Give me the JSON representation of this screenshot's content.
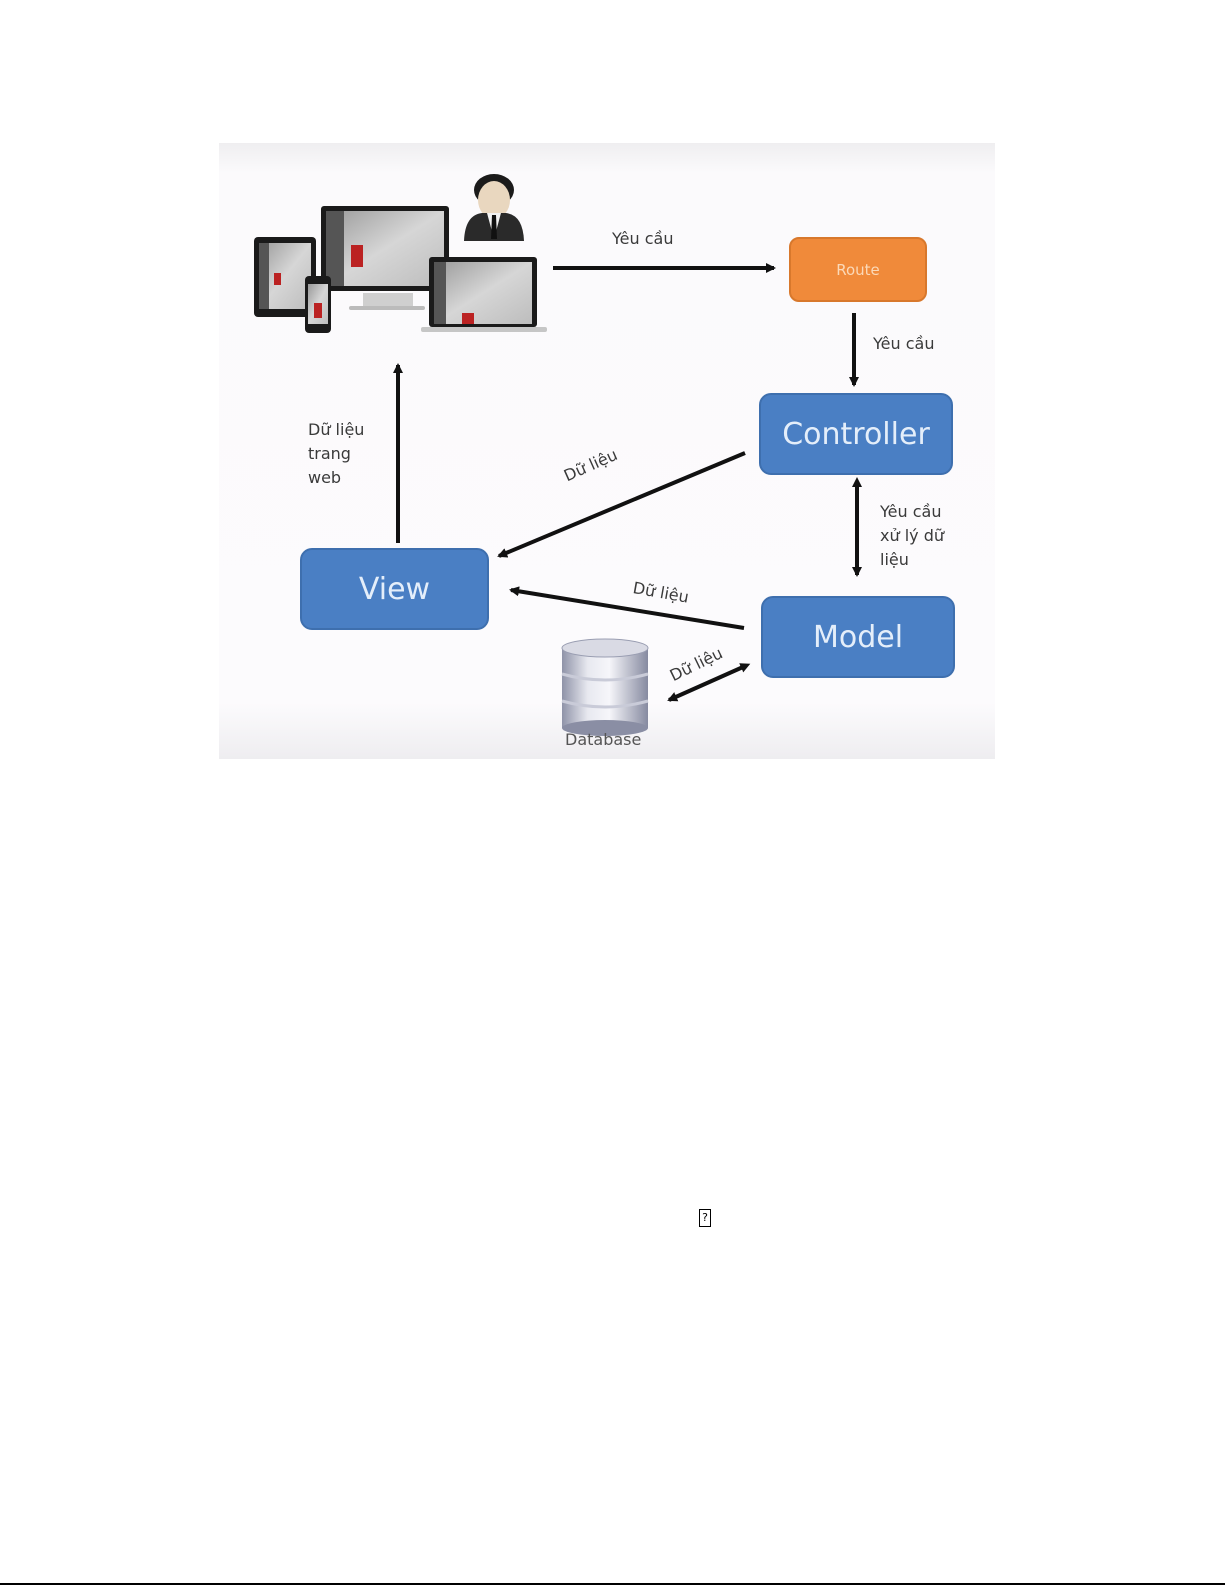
{
  "figure": {
    "nodes": {
      "route": "Route",
      "controller": "Controller",
      "view": "View",
      "model": "Model",
      "database": "Database"
    },
    "edges": {
      "client_to_route": "Yêu cầu",
      "route_to_controller": "Yêu cầu",
      "controller_model": "Yêu cầu\nxử lý dữ\nliệu",
      "controller_to_view": "Dữ liệu",
      "model_to_view": "Dữ liệu",
      "model_database": "Dữ liệu",
      "view_to_client": "Dữ liệu\ntrang\nweb"
    },
    "colors": {
      "node_blue": "#4a7fc4",
      "node_orange": "#f08a3a",
      "arrow": "#111111"
    },
    "icons": [
      "responsive-devices-icon",
      "user-avatar-icon",
      "database-icon",
      "hand-cursor-icon"
    ]
  },
  "page": {
    "missing_glyph": "?"
  }
}
